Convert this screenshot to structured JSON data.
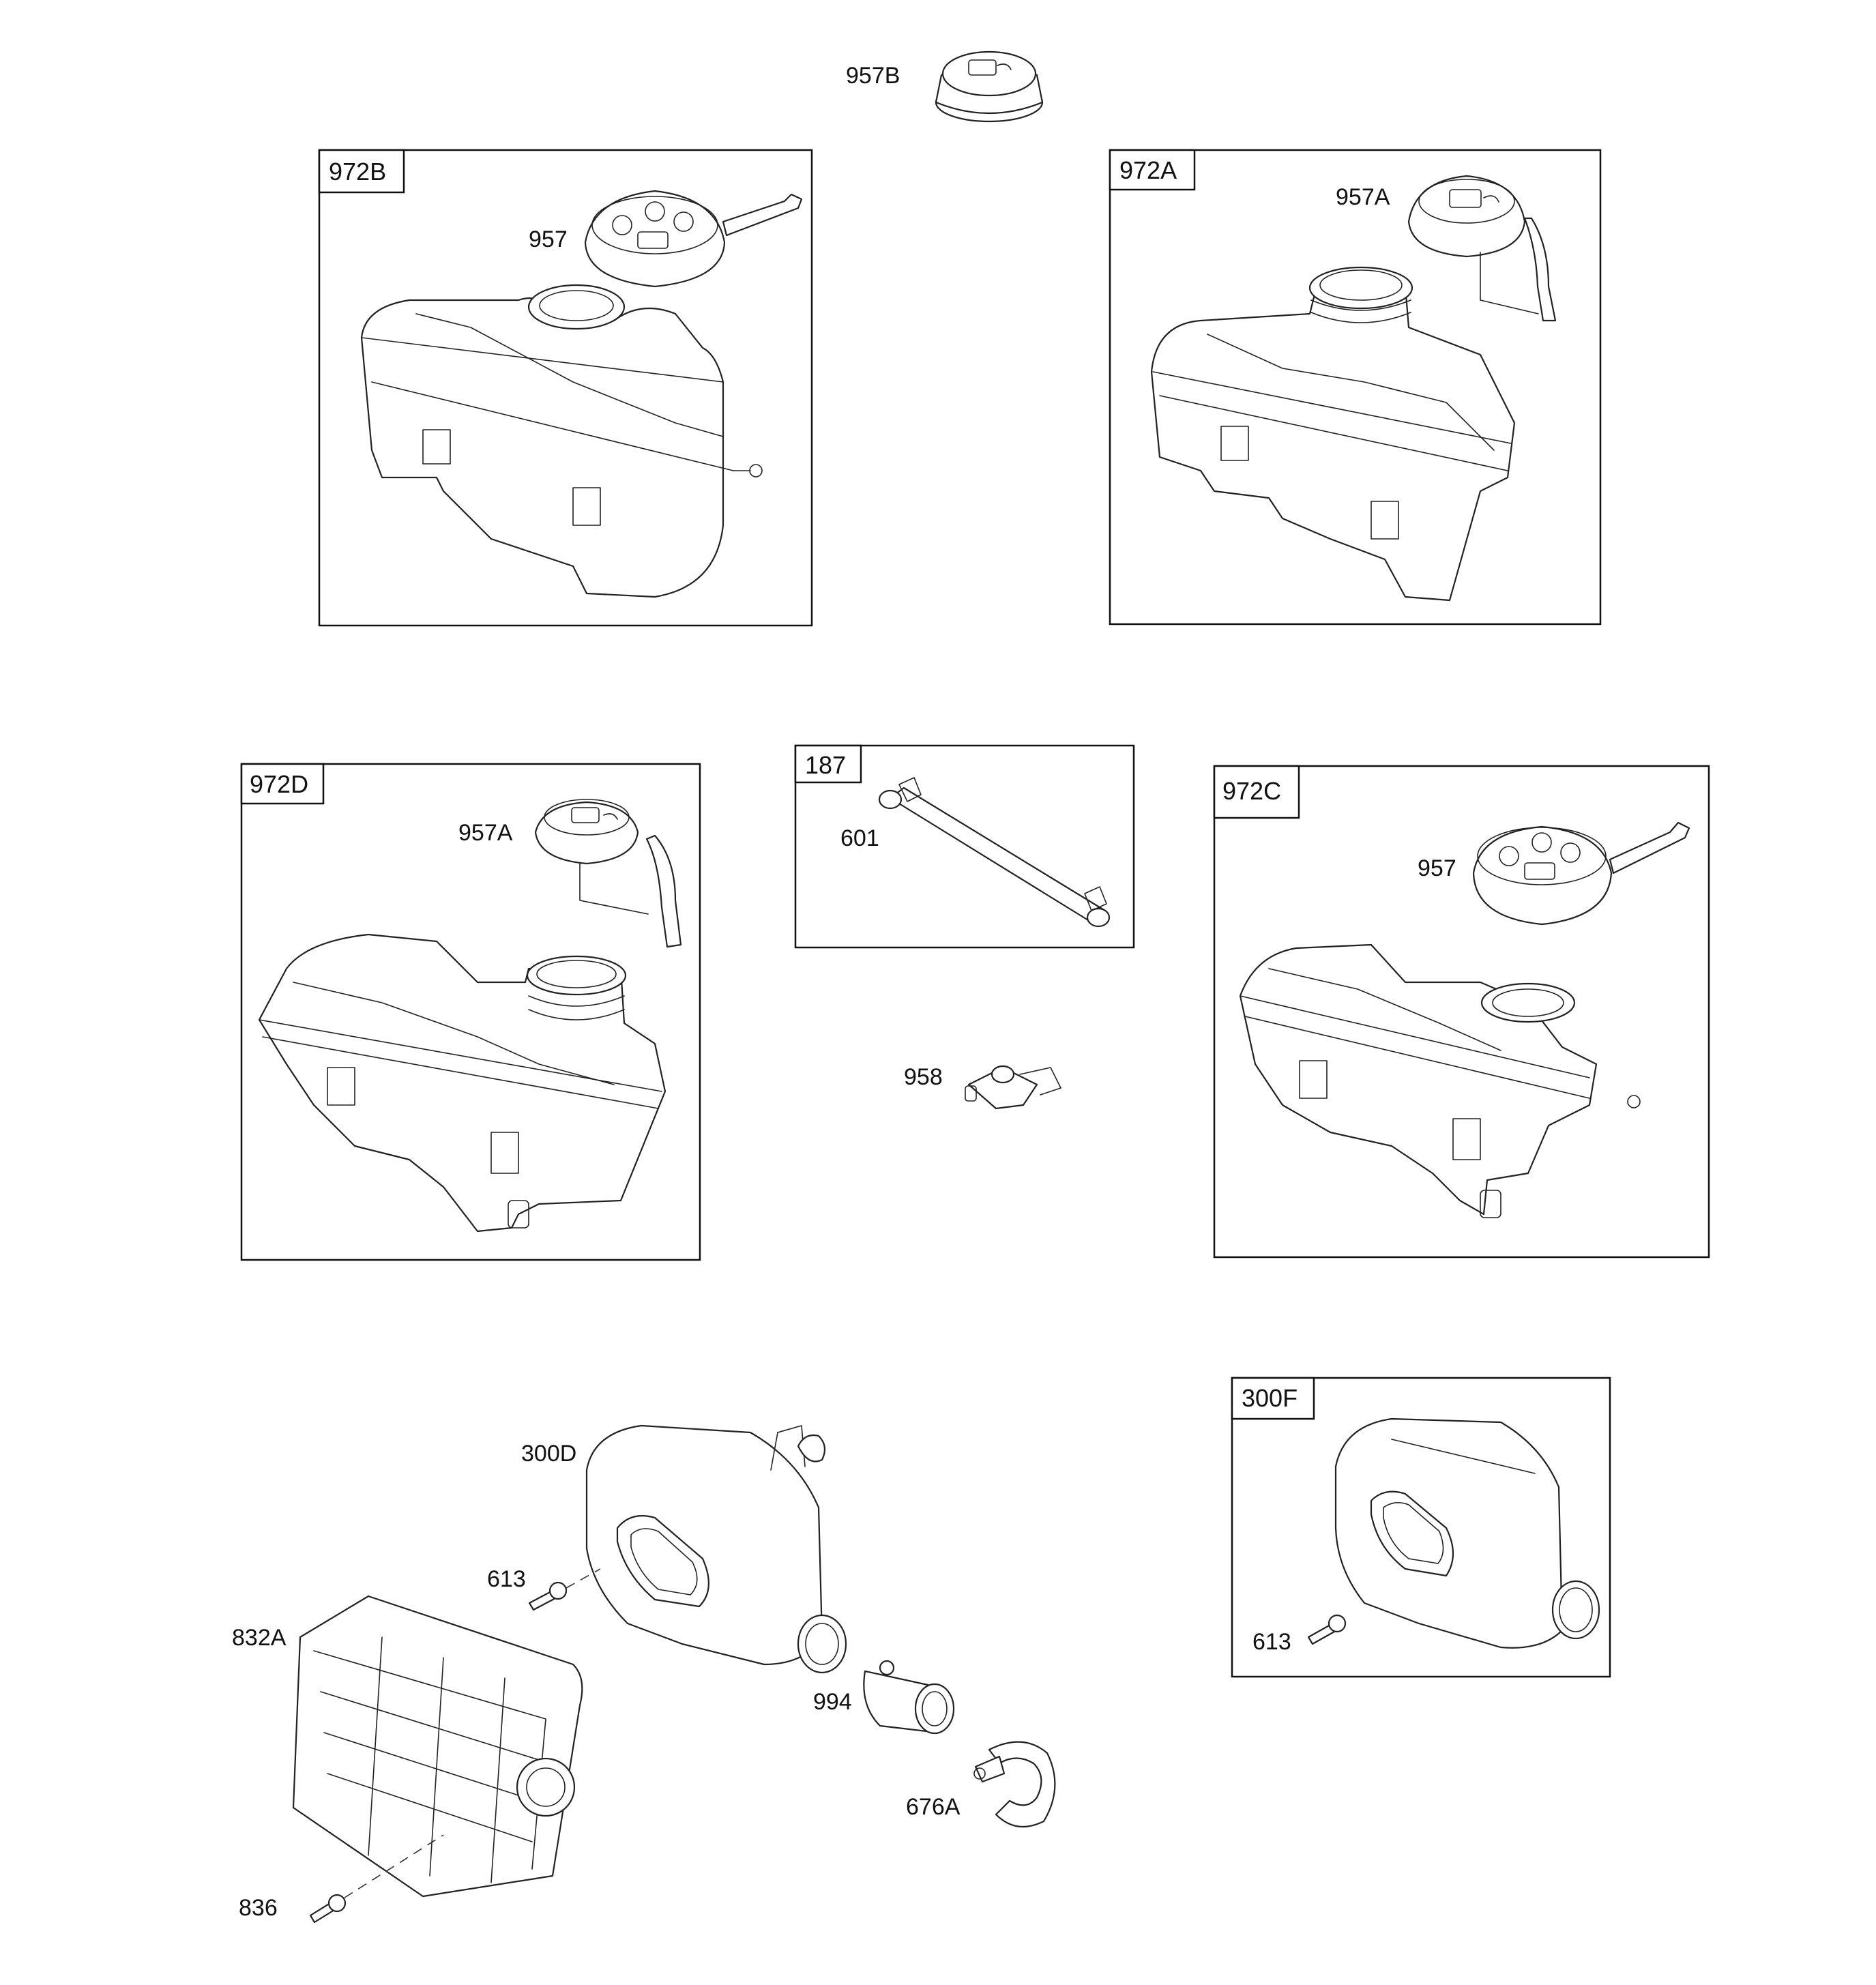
{
  "boxes": {
    "b972B": "972B",
    "b972A": "972A",
    "b972D": "972D",
    "b187": "187",
    "b972C": "972C",
    "b300F": "300F"
  },
  "callouts": {
    "c957B": "957B",
    "c957_b": "957",
    "c957A_a": "957A",
    "c957A_d": "957A",
    "c601": "601",
    "c957_c": "957",
    "c958": "958",
    "c300D": "300D",
    "c613_l": "613",
    "c832A": "832A",
    "c994": "994",
    "c676A": "676A",
    "c836": "836",
    "c613_r": "613"
  },
  "icons": [
    "fuel-cap",
    "fuel-tank",
    "fuel-line",
    "fuel-shutoff-valve",
    "muffler",
    "muffler-guard",
    "exhaust-deflector",
    "hose-clamp",
    "screw"
  ]
}
